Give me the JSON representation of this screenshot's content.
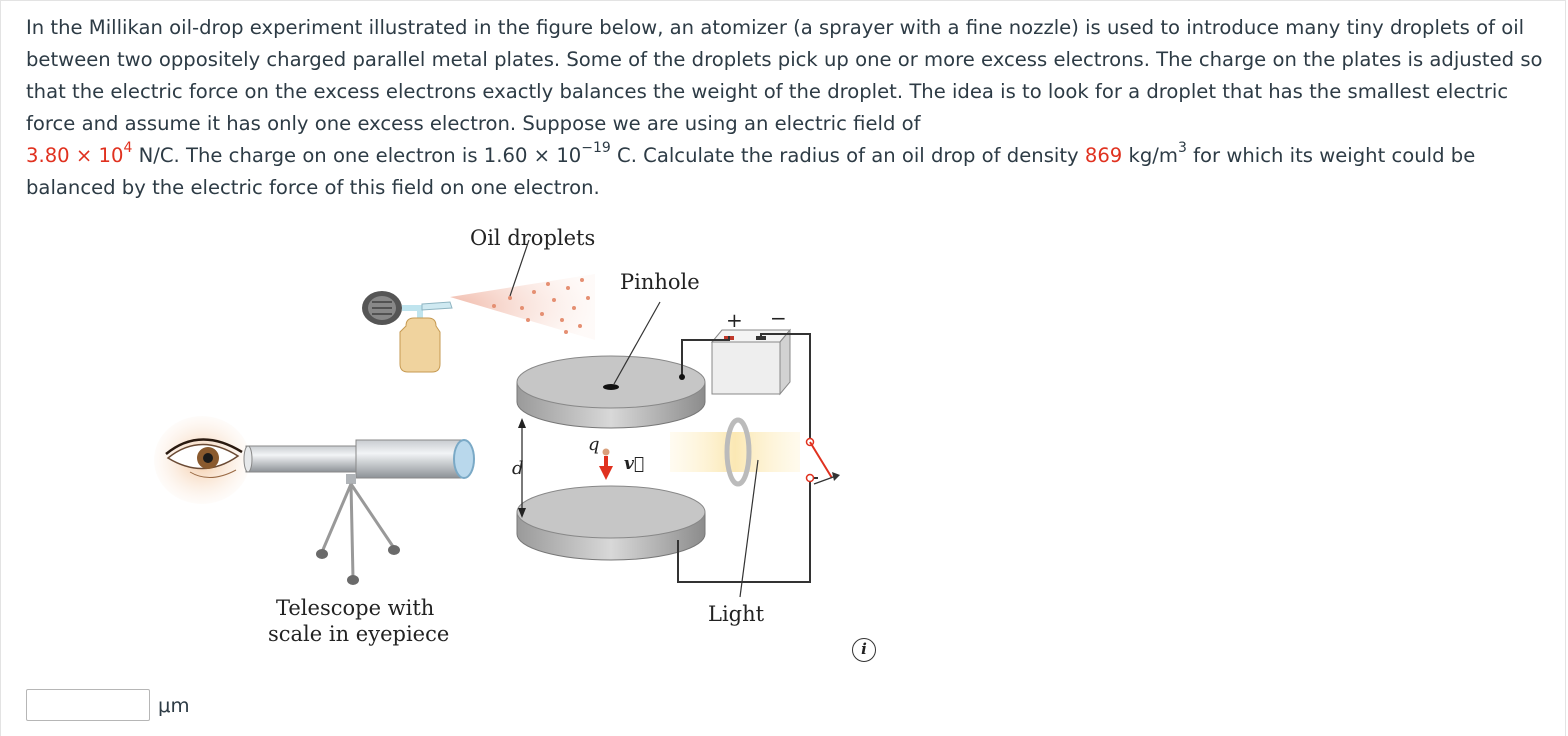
{
  "question": {
    "p1": "In the Millikan oil-drop experiment illustrated in the figure below, an atomizer (a sprayer with a fine nozzle) is used to introduce many tiny droplets of oil between two oppositely charged parallel metal plates. Some of the droplets pick up one or more excess electrons. The charge on the plates is adjusted so that the electric force on the excess electrons exactly balances the weight of the droplet. The idea is to look for a droplet that has the smallest electric force and assume it has only one excess electron. Suppose we are using an electric field of",
    "field_mantissa": "3.80",
    "field_times": "×",
    "field_base": "10",
    "field_exp": "4",
    "field_unit": " N/C. The charge on one electron is 1.60",
    "times2": "×",
    "charge_base": "10",
    "charge_exp": "−19",
    "charge_unit": " C. Calculate the radius of an oil drop of density",
    "density": "869",
    "density_unit": "kg/m",
    "density_exp": "3",
    "p2": " for which its weight could be balanced by the electric force of this field on one electron."
  },
  "figure": {
    "label_oil_droplets": "Oil droplets",
    "label_pinhole": "Pinhole",
    "label_telescope_line1": "Telescope with",
    "label_telescope_line2": "scale in eyepiece",
    "label_light": "Light",
    "label_d": "d",
    "label_q": "q",
    "label_v": "v⃗",
    "label_plus": "+",
    "label_minus": "−"
  },
  "info_icon": "i",
  "answer": {
    "value": "",
    "placeholder": "",
    "unit": "μm"
  },
  "colors": {
    "accent_red": "#e0311f",
    "text": "#2d3b45"
  }
}
